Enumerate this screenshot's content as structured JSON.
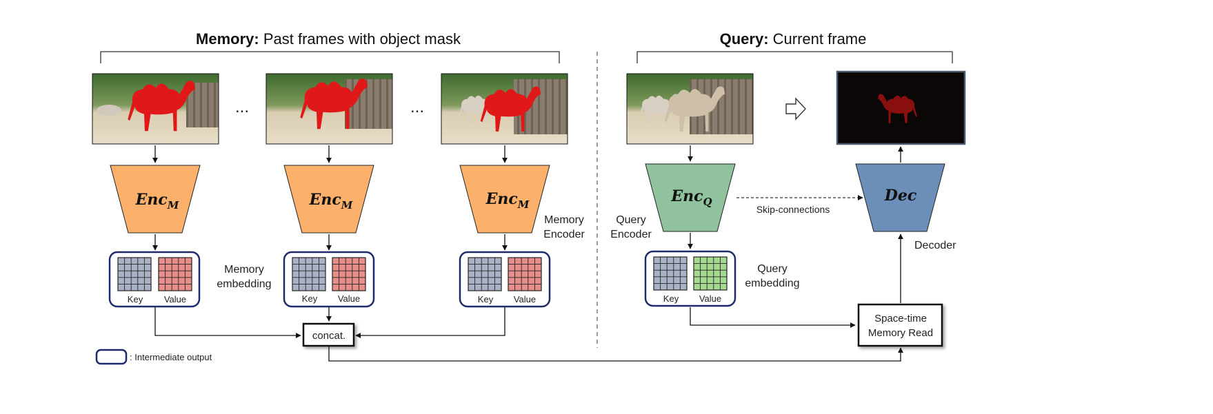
{
  "headers": {
    "memory": {
      "bold": "Memory:",
      "rest": " Past frames with object mask"
    },
    "query": {
      "bold": "Query:",
      "rest": " Current frame"
    }
  },
  "ellipsis": "...",
  "memory_encoder": {
    "main": "Enc",
    "sub": "M",
    "caption_line1": "Memory",
    "caption_line2": "Encoder"
  },
  "query_encoder": {
    "main": "Enc",
    "sub": "Q",
    "caption_line1": "Query",
    "caption_line2": "Encoder"
  },
  "decoder": {
    "main": "Dec",
    "caption": "Decoder"
  },
  "embedding_labels": {
    "key": "Key",
    "value": "Value"
  },
  "memory_embedding": {
    "line1": "Memory",
    "line2": "embedding"
  },
  "query_embedding": {
    "line1": "Query",
    "line2": "embedding"
  },
  "skip_connections": "Skip-connections",
  "concat": "concat.",
  "read": {
    "line1": "Space-time",
    "line2": "Memory Read"
  },
  "legend": ": Intermediate output",
  "colors": {
    "encoder_memory": "#fbb06c",
    "encoder_query": "#8fc29d",
    "decoder": "#6b8fb8",
    "key_grid": "#a9b2c4",
    "value_memory_grid": "#e88e8a",
    "value_query_grid": "#a6d990",
    "embedding_border": "#1f2a6b",
    "mask": "#e01818"
  }
}
